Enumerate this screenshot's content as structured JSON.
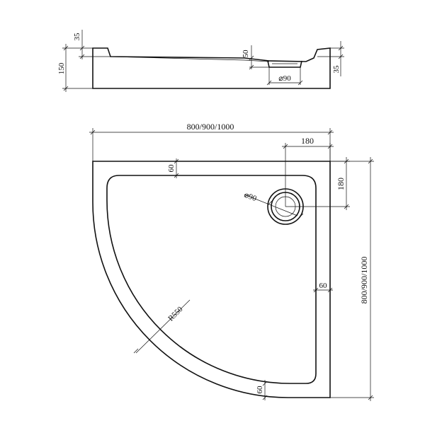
{
  "side_view": {
    "dim_total_height": "150",
    "dim_rim_left": "35",
    "dim_rim_right": "35",
    "dim_drain_depth": "50",
    "dim_drain_diameter": "⌀90"
  },
  "top_view": {
    "dim_width": "800/900/1000",
    "dim_depth": "800/900/1000",
    "dim_drain_x": "180",
    "dim_drain_y": "180",
    "dim_drain_diameter": "⌀90",
    "dim_rim_top": "60",
    "dim_rim_right": "60",
    "dim_rim_bottom": "60",
    "dim_radius": "R550"
  }
}
